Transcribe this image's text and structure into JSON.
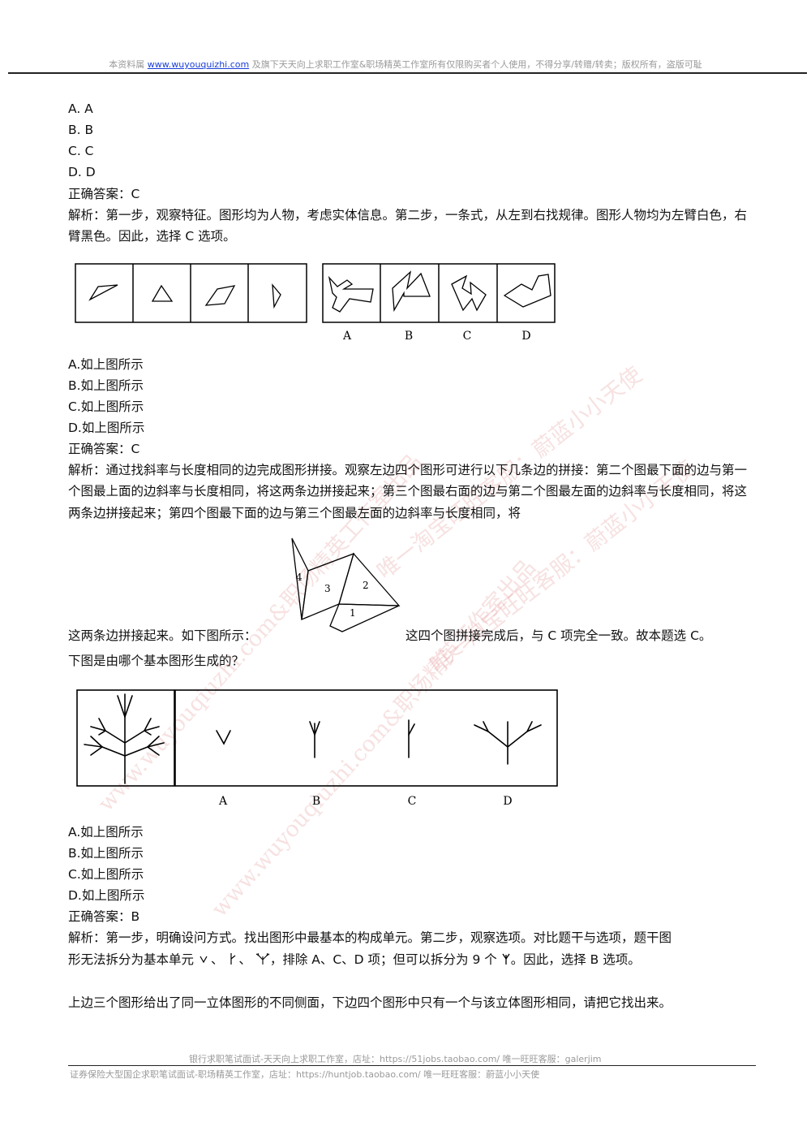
{
  "header": {
    "prefix": "本资料属",
    "link": "www.wuyouquizhi.com",
    "suffix": "及旗下天天向上求职工作室&职场精英工作室所有仅限购买者个人使用，不得分享/转赠/转卖；版权所有，盗版可耻"
  },
  "q1": {
    "options": [
      "A. A",
      "B. B",
      "C. C",
      "D. D"
    ],
    "answer": "正确答案：C",
    "analysis": "解析：第一步，观察特征。图形均为人物，考虑实体信息。第二步，一条式，从左到右找规律。图形人物均为左臂白色，右臂黑色。因此，选择 C 选项。"
  },
  "q2": {
    "figure_labels": [
      "A",
      "B",
      "C",
      "D"
    ],
    "options": [
      "A.如上图所示",
      "B.如上图所示",
      "C.如上图所示",
      "D.如上图所示"
    ],
    "answer": "正确答案：C",
    "analysis": "解析：通过找斜率与长度相同的边完成图形拼接。观察左边四个图形可进行以下几条边的拼接：第二个图最下面的边与第一个图最上面的边斜率与长度相同，将这两条边拼接起来；第三个图最右面的边与第二个图最左面的边斜率与长度相同，将这两条边拼接起来；第四个图最下面的边与第三个图最左面的边斜率与长度相同，将",
    "analysis_end_left": "这两条边拼接起来。如下图所示：",
    "analysis_end_right": "这四个图拼接完成后，与 C 项完全一致。故本题选 C。",
    "piece_labels": [
      "1",
      "2",
      "3",
      "4"
    ]
  },
  "q3": {
    "question": "下图是由哪个基本图形生成的？",
    "figure_labels": [
      "A",
      "B",
      "C",
      "D"
    ],
    "options": [
      "A.如上图所示",
      "B.如上图所示",
      "C.如上图所示",
      "D.如上图所示"
    ],
    "answer": "正确答案：B",
    "analysis_l1": "解析：第一步，明确设问方式。找出图形中最基本的构成单元。第二步，观察选项。对比题干与选项，题干图",
    "analysis_l2a": "形无法拆分为基本单元",
    "analysis_l2b": "，排除 A、C、D 项；但可以拆分为 9 个",
    "analysis_l2c": "。因此，选择 B 选项。"
  },
  "q4": {
    "question": "上边三个图形给出了同一立体图形的不同侧面，下边四个图形中只有一个与该立体图形相同，请把它找出来。"
  },
  "footer": {
    "line1": "银行求职笔试面试-天天向上求职工作室，店址：https://51jobs.taobao.com/ 唯一旺旺客服：galerjim",
    "line2": "证券保险大型国企求职笔试面试-职场精英工作室，店址：https://huntjob.taobao.com/ 唯一旺旺客服：蔚蓝小小天使"
  },
  "watermarks": [
    "唯一淘宝旺旺客服：蔚蓝小小天使",
    "唯一淘宝旺旺客服：蔚蓝小小天使",
    "www.wuyouqiuzhi.com&职场精英工作室出品",
    "www.wuyouqiuzhi.com&职场精英工作室出品"
  ]
}
